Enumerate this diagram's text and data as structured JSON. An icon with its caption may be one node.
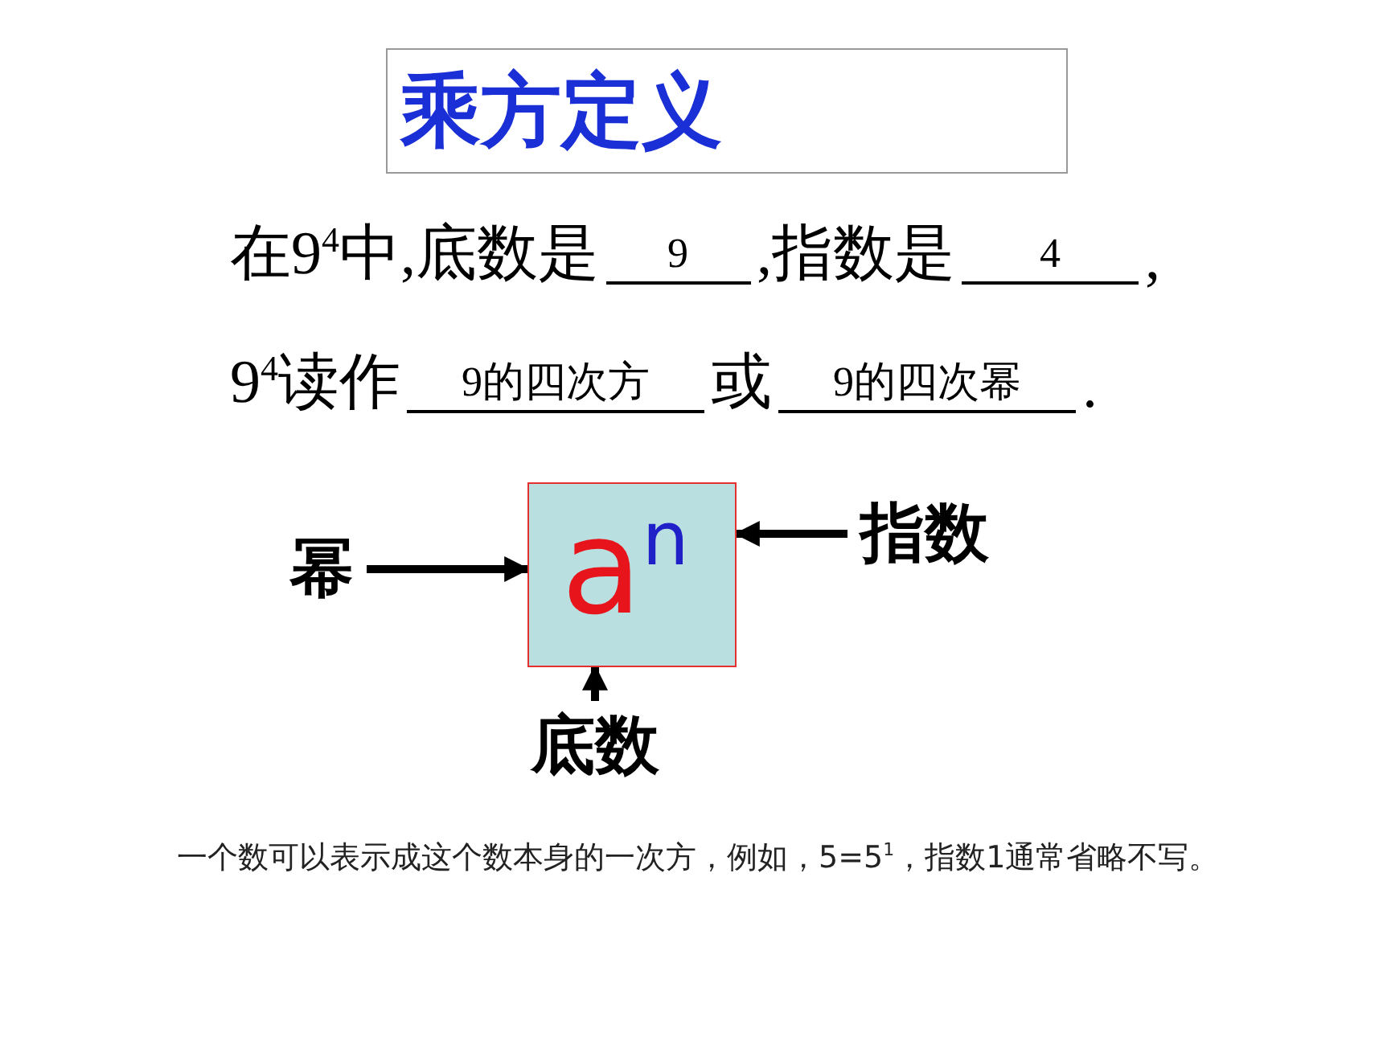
{
  "diagram": {
    "title": "乘方定义",
    "nodes": [
      {
        "text": [
          "幂"
        ]
      },
      {
        "text": [
          "a$^{n}$"
        ]
      },
      {
        "text": [
          "指数"
        ]
      },
      {
        "text": [
          "底数"
        ]
      }
    ],
    "edges": [
      {
        "from": 0,
        "to": 1,
        "arrow": "to"
      },
      {
        "from": 2,
        "to": 1,
        "arrow": "to"
      },
      {
        "from": 3,
        "to": 1,
        "arrow": "to"
      }
    ],
    "labels": [
      "在9$^{4}$中,底数是",
      "9",
      ",指数是",
      "4",
      ",",
      "9$^{4}$读作",
      "9的四次方",
      "或",
      "9的四次幂",
      ".",
      "一个数可以表示成这个数本身的一次方，例如，5=5$^{1}$，指数1通常省略不写。"
    ]
  }
}
